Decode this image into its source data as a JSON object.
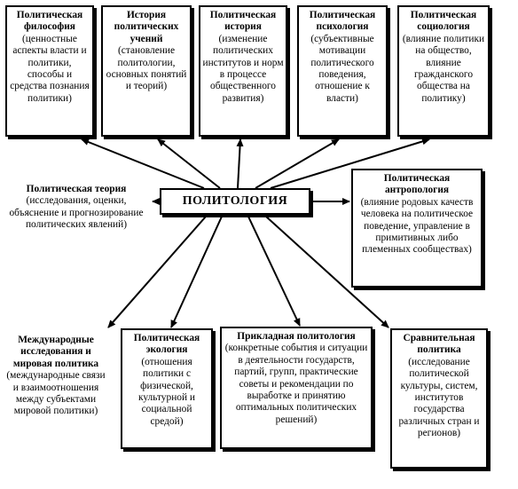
{
  "center": {
    "label": "ПОЛИТОЛОГИЯ"
  },
  "nodes": [
    {
      "title": "Политическая философия",
      "desc": "(ценностные аспекты власти и политики, способы и средства познания политики)"
    },
    {
      "title": "История политических учений",
      "desc": "(становление политологии, основных понятий и теорий)"
    },
    {
      "title": "Политическая история",
      "desc": "(изменение политических институтов и норм в процессе общественного развития)"
    },
    {
      "title": "Политическая психология",
      "desc": "(субъективные мотивации политического поведения, отношение к власти)"
    },
    {
      "title": "Политическая социология",
      "desc": "(влияние политики на общество, влияние гражданского общества на политику)"
    },
    {
      "title": "Политическая теория",
      "desc": "(исследования, оценки, объяснение и прогнозирование политических явлений)"
    },
    {
      "title": "Политическая антропология",
      "desc": "(влияние родовых качеств человека на политическое поведение, управление в примитивных либо племенных сообществах)"
    },
    {
      "title": "Международные исследования и мировая политика",
      "desc": "(международные связи и взаимоотношения между субъектами мировой политики)"
    },
    {
      "title": "Политическая экология",
      "desc": "(отношения политики с физической, культурной и социальной средой)"
    },
    {
      "title": "Прикладная политология",
      "desc": "(конкретные события и ситуации в деятельности государств, партий, групп, практические советы и рекомендации по выработке и принятию оптимальных политических решений)"
    },
    {
      "title": "Сравнительная политика",
      "desc": "(исследование политической культуры, систем, институтов государства различных стран и регионов)"
    }
  ]
}
